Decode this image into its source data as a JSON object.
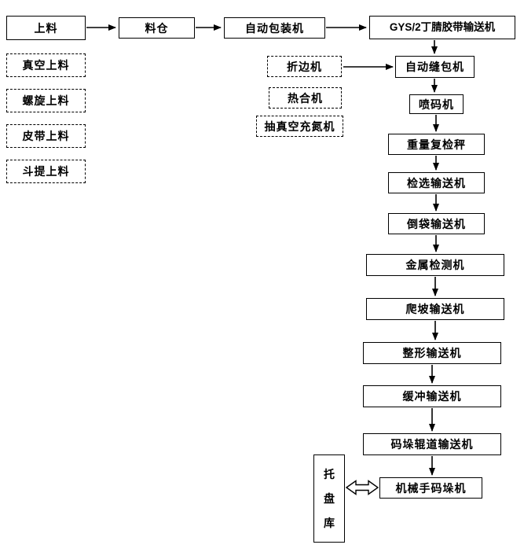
{
  "colors": {
    "line": "#000000",
    "box_border": "#000000",
    "box_fill": "#ffffff",
    "text": "#000000"
  },
  "top_row": [
    {
      "label": "上料"
    },
    {
      "label": "料仓"
    },
    {
      "label": "自动包装机"
    },
    {
      "label": "GYS/2丁腈胶带输送机"
    }
  ],
  "feed_options": [
    {
      "label": "真空上料"
    },
    {
      "label": "螺旋上料"
    },
    {
      "label": "皮带上料"
    },
    {
      "label": "斗提上料"
    }
  ],
  "aux_options": [
    {
      "label": "折边机"
    },
    {
      "label": "热合机"
    },
    {
      "label": "抽真空充氮机"
    }
  ],
  "main_line": [
    {
      "label": "自动缝包机"
    },
    {
      "label": "喷码机"
    },
    {
      "label": "重量复检秤"
    },
    {
      "label": "检选输送机"
    },
    {
      "label": "倒袋输送机"
    },
    {
      "label": "金属检测机"
    },
    {
      "label": "爬坡输送机"
    },
    {
      "label": "整形输送机"
    },
    {
      "label": "缓冲输送机"
    },
    {
      "label": "码垛辊道输送机"
    },
    {
      "label": "机械手码垛机"
    }
  ],
  "pallet_store": {
    "label": "托盘库",
    "chars": [
      "托",
      "盘",
      "库"
    ]
  }
}
